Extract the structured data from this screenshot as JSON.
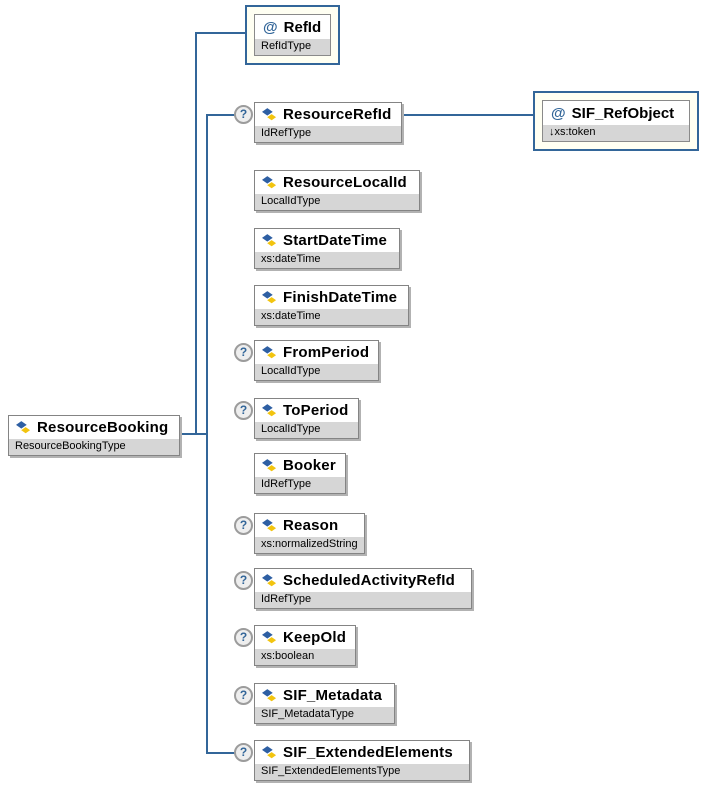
{
  "glyphs": {
    "attribute": "@",
    "optional": "?"
  },
  "colors": {
    "line": "#336699",
    "attribute_fill": "#fffff2",
    "subtitle_bg": "#d6d6d6"
  },
  "root": {
    "name": "ResourceBooking",
    "type": "ResourceBookingType"
  },
  "attributes": [
    {
      "name": "RefId",
      "type": "RefIdType"
    },
    {
      "name": "SIF_RefObject",
      "type": "↓xs:token"
    }
  ],
  "elements": [
    {
      "name": "ResourceRefId",
      "type": "IdRefType",
      "optional": true
    },
    {
      "name": "ResourceLocalId",
      "type": "LocalIdType",
      "optional": false
    },
    {
      "name": "StartDateTime",
      "type": "xs:dateTime",
      "optional": false
    },
    {
      "name": "FinishDateTime",
      "type": "xs:dateTime",
      "optional": false
    },
    {
      "name": "FromPeriod",
      "type": "LocalIdType",
      "optional": true
    },
    {
      "name": "ToPeriod",
      "type": "LocalIdType",
      "optional": true
    },
    {
      "name": "Booker",
      "type": "IdRefType",
      "optional": false
    },
    {
      "name": "Reason",
      "type": "xs:normalizedString",
      "optional": true
    },
    {
      "name": "ScheduledActivityRefId",
      "type": "IdRefType",
      "optional": true
    },
    {
      "name": "KeepOld",
      "type": "xs:boolean",
      "optional": true
    },
    {
      "name": "SIF_Metadata",
      "type": "SIF_MetadataType",
      "optional": true
    },
    {
      "name": "SIF_ExtendedElements",
      "type": "SIF_ExtendedElementsType",
      "optional": true
    }
  ]
}
